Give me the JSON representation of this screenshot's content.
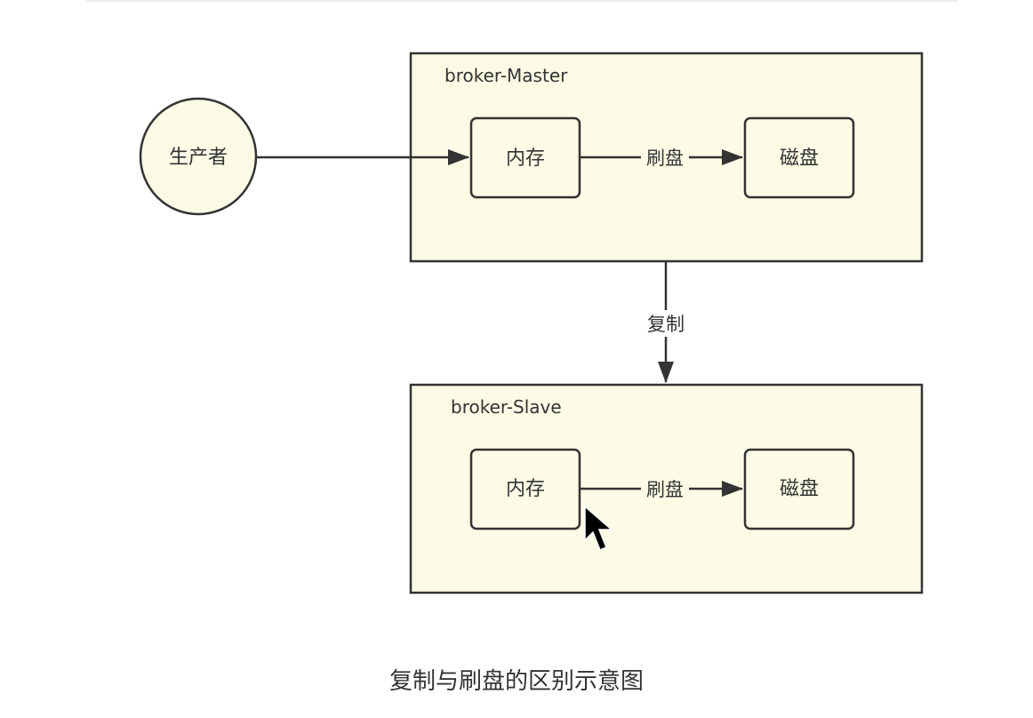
{
  "diagram": {
    "producer": {
      "label": "生产者"
    },
    "master": {
      "title": "broker-Master",
      "memory_label": "内存",
      "disk_label": "磁盘",
      "flush_label": "刷盘"
    },
    "replicate_label": "复制",
    "slave": {
      "title": "broker-Slave",
      "memory_label": "内存",
      "disk_label": "磁盘",
      "flush_label": "刷盘"
    },
    "caption": "复制与刷盘的区别示意图"
  },
  "colors": {
    "fill": "#fbfbe6",
    "stroke": "#333333",
    "text": "#333333"
  }
}
